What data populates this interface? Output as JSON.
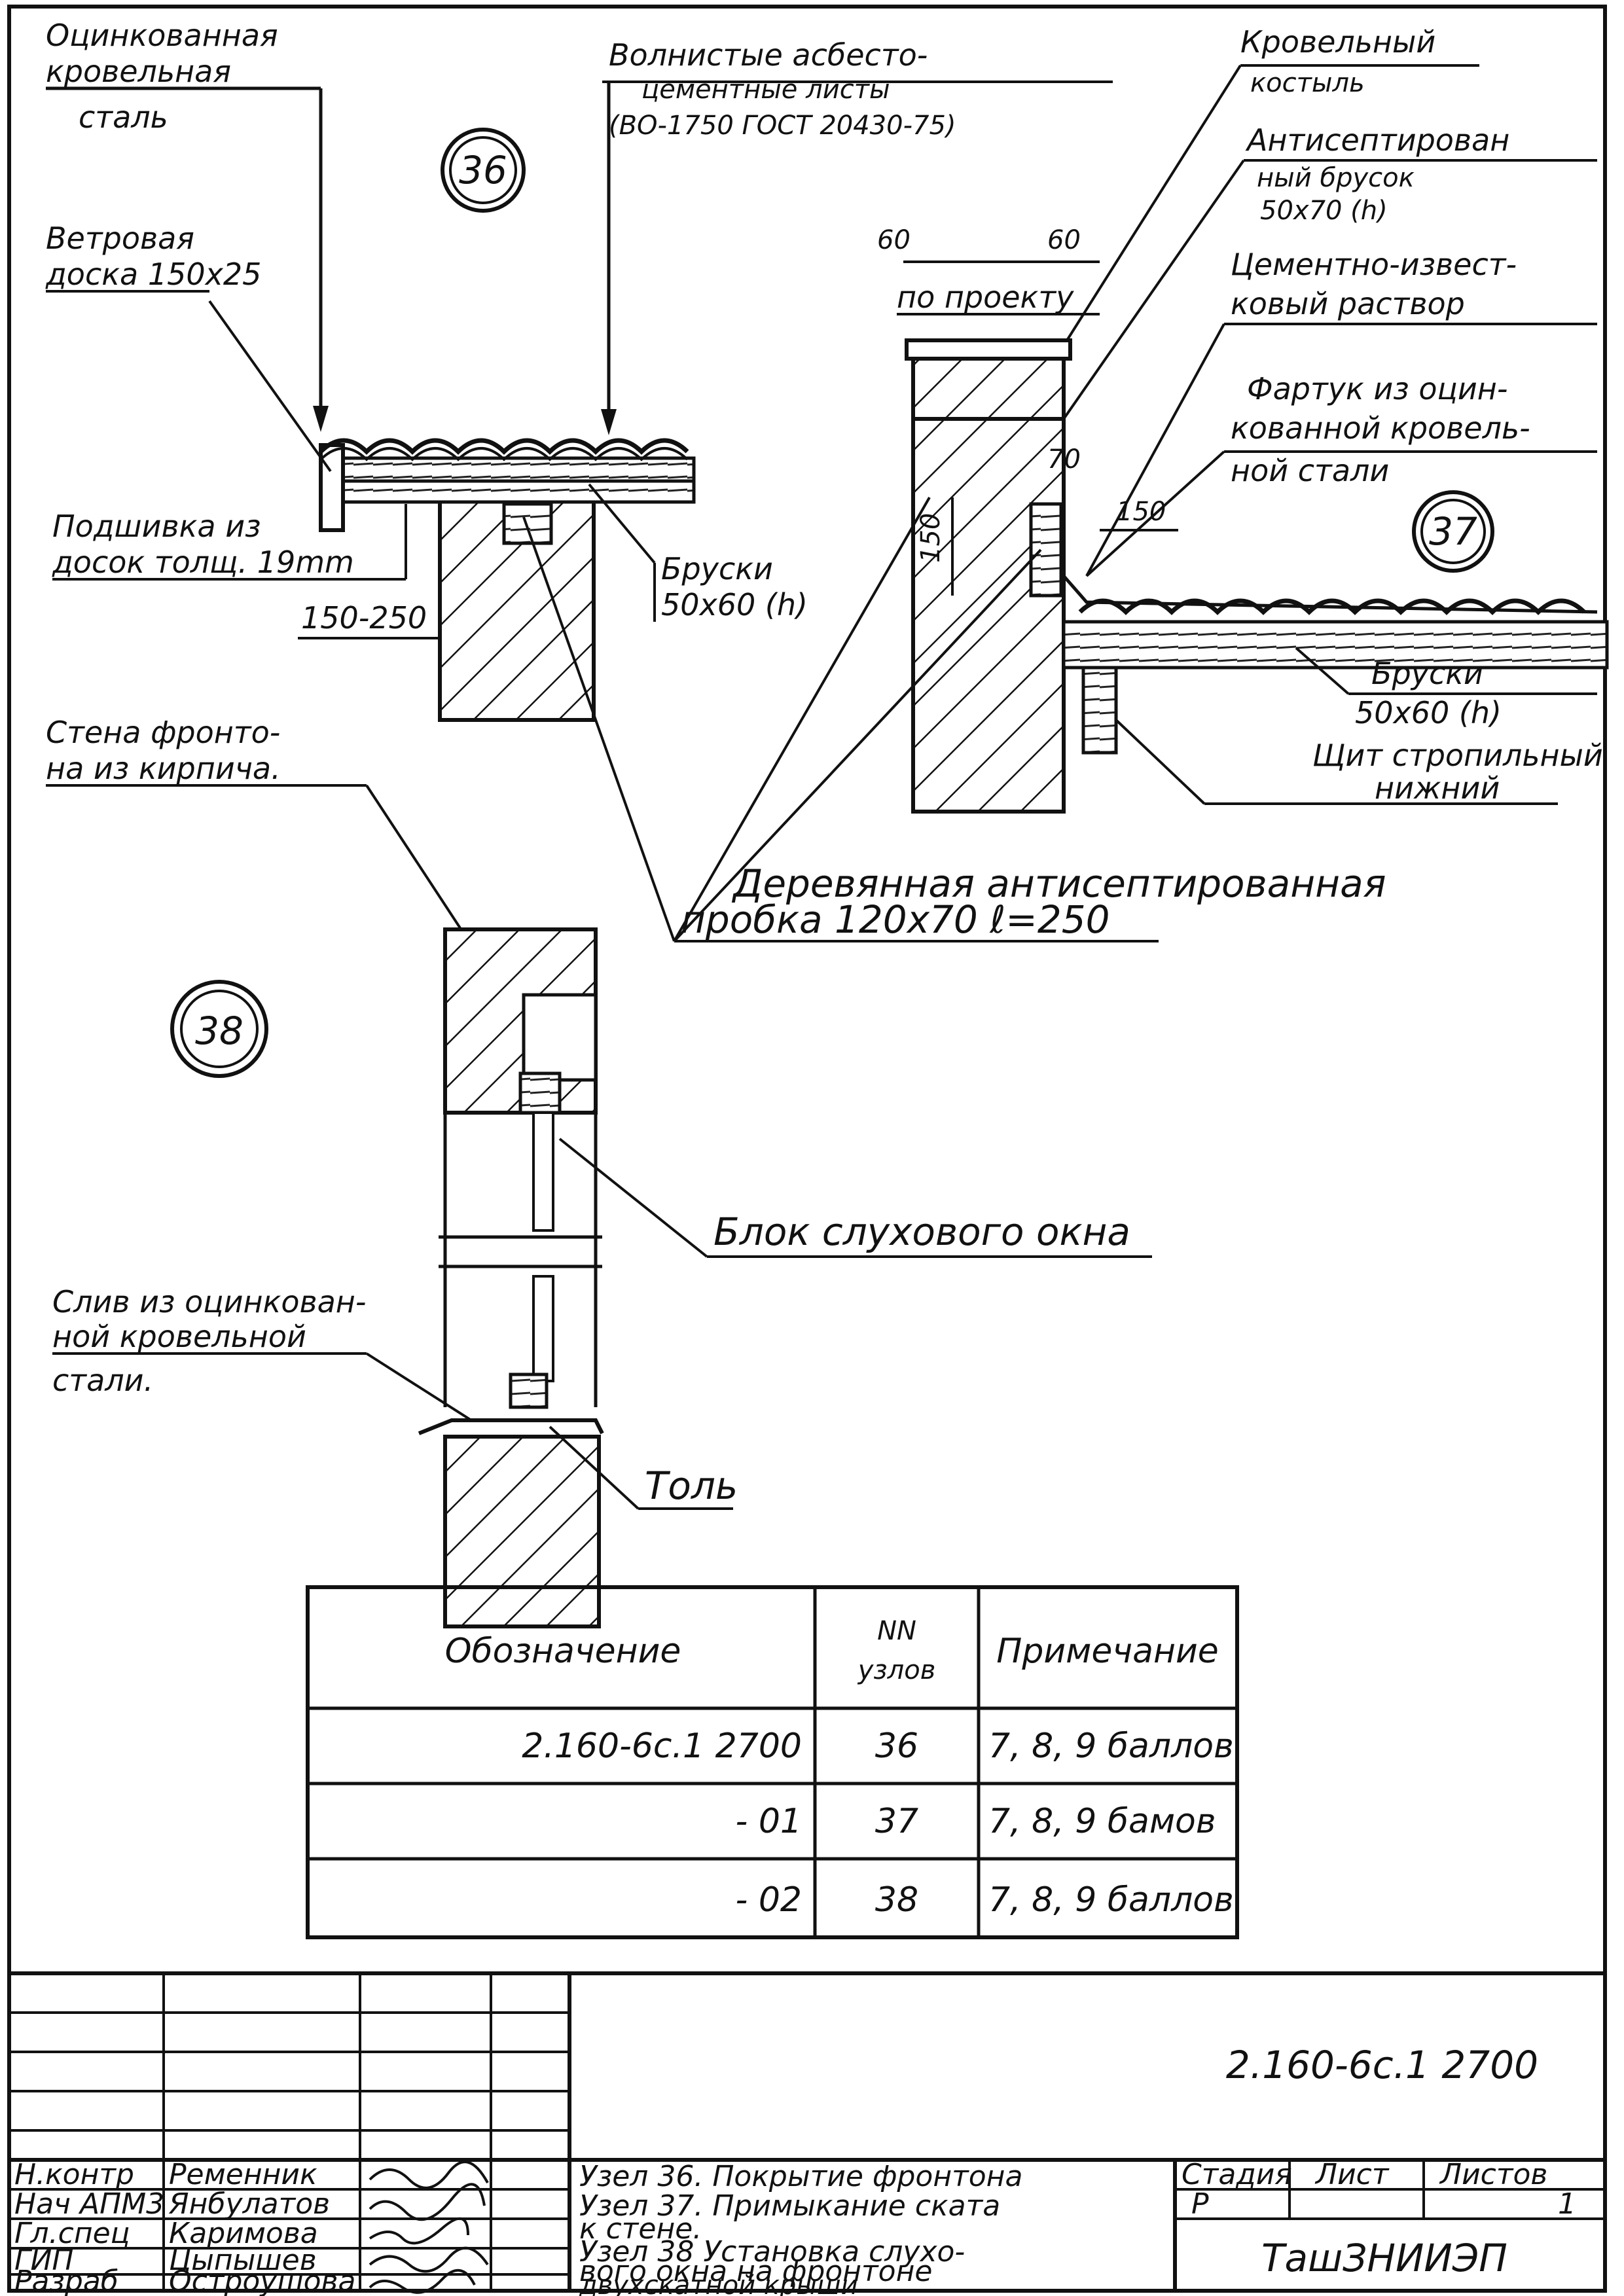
{
  "drawing": {
    "callouts": {
      "n36": "36",
      "n37": "37",
      "n38": "38"
    },
    "labels": {
      "ridge_cap_l1": "Оцинкованная",
      "ridge_cap_l2": "кровельная",
      "ridge_cap_l3": "сталь",
      "sheets_l1": "Волнистые асбесто-",
      "sheets_l2": "цементные листы",
      "sheets_l3": "(ВО-1750 ГОСТ 20430-75)",
      "roof_bracket_l1": "Кровельный",
      "roof_bracket_l2": "костыль",
      "antiseptic_bar_l1": "Антисептирован",
      "antiseptic_bar_l2": "ный брусок",
      "antiseptic_bar_l3": "50х70 (h)",
      "wind_board_l1": "Ветровая",
      "wind_board_l2": "доска 150х25",
      "dim_60a": "60",
      "dim_60b": "60",
      "dim_by_project": "по проекту",
      "mortar_l1": "Цементно-извест-",
      "mortar_l2": "ковый раствор",
      "apron_l1": "Фартук из оцин-",
      "apron_l2": "кованной кровель-",
      "apron_l3": "ной стали",
      "dim_70": "70",
      "dim_150a": "150",
      "dim_150b": "150",
      "soffit_l1": "Подшивка из",
      "soffit_l2": "досок толщ. 19mm",
      "bars_left_l1": "Бруски",
      "bars_left_l2": "50х60 (h)",
      "dim_150_250": "150-250",
      "bars_right_l1": "Бруски",
      "bars_right_l2": "50х60 (h)",
      "rafter_panel_l1": "Щит стропильный",
      "rafter_panel_l2": "нижний",
      "gable_wall_l1": "Стена фронто-",
      "gable_wall_l2": "на из кирпича.",
      "wood_plug_l1": "Деревянная антисептированная",
      "wood_plug_l2": "пробка 120х70  ℓ=250",
      "dormer_block": "Блок слухового окна",
      "drip_l1": "Слив из оцинкован-",
      "drip_l2": "ной кровельной",
      "drip_l3": "стали.",
      "tol": "Толь"
    }
  },
  "spec_table": {
    "headers": {
      "designation": "Обозначение",
      "nodes_l1": "NN",
      "nodes_l2": "узлов",
      "note": "Примечание"
    },
    "rows": [
      {
        "designation": "2.160-6с.1   2700",
        "node": "36",
        "note": "7, 8, 9 баллов"
      },
      {
        "designation": "- 01",
        "node": "37",
        "note": "7, 8, 9 бамов"
      },
      {
        "designation": "- 02",
        "node": "38",
        "note": "7, 8, 9 баллов"
      }
    ]
  },
  "title_block": {
    "document_code": "2.160-6с.1   2700",
    "roles": [
      {
        "role": "Н.контр",
        "name": "Ременник"
      },
      {
        "role": "Нач АПМ3",
        "name": "Янбулатов"
      },
      {
        "role": "Гл.спец",
        "name": "Каримова"
      },
      {
        "role": "ГИП",
        "name": "Цыпышев"
      },
      {
        "role": "Разраб",
        "name": "Остроушова"
      }
    ],
    "title_lines": [
      "Узел 36. Покрытие фронтона",
      "Узел 37. Примыкание ската",
      "к стене.",
      "Узел 38 Установка слухо-",
      "вого окна на фронтоне",
      "двухскатной крыши"
    ],
    "stage_header": "Стадия",
    "sheet_header": "Лист",
    "sheets_header": "Листов",
    "stage": "Р",
    "sheet": "",
    "sheets": "1",
    "organization": "ТашЗНИИЭП"
  }
}
